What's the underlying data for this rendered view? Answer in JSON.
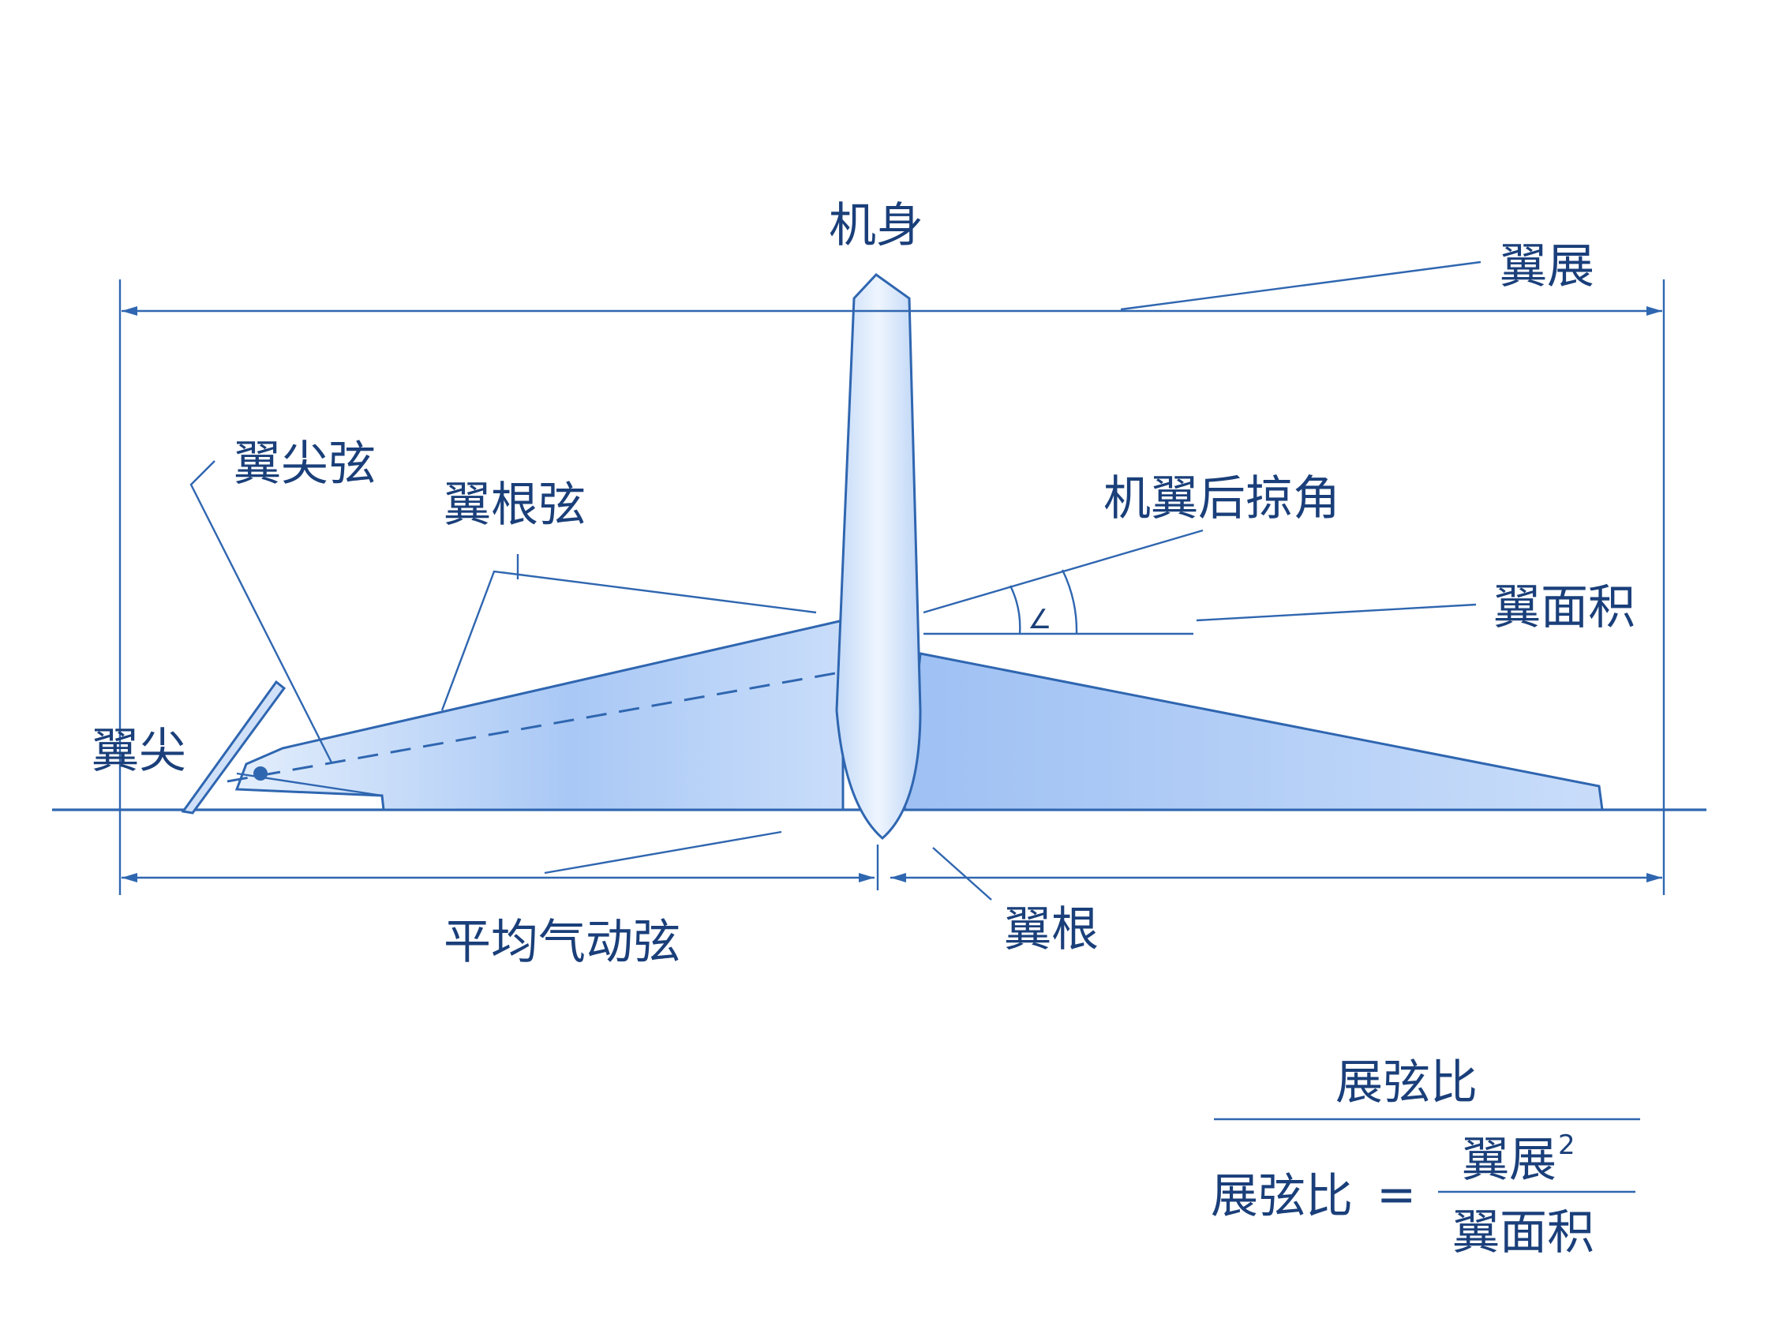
{
  "labels": {
    "fuselage": "机身",
    "wingspan": "翼展",
    "tip_chord": "翼尖弦",
    "root_chord": "翼根弦",
    "sweep_angle": "机翼后掠角",
    "wing_area": "翼面积",
    "wing_tip": "翼尖",
    "mac": "平均气动弦",
    "wing_root": "翼根",
    "angle_mark": "∠"
  },
  "formula": {
    "heading": "展弦比",
    "lhs": "展弦比",
    "equals": "=",
    "numerator": "翼展",
    "exponent": "2",
    "denominator": "翼面积"
  },
  "colors": {
    "line": "#2f66b0",
    "text": "#1a3f7a",
    "wing_fill": "#a9c8f5",
    "fuselage_fill": "#d6e6fb"
  }
}
